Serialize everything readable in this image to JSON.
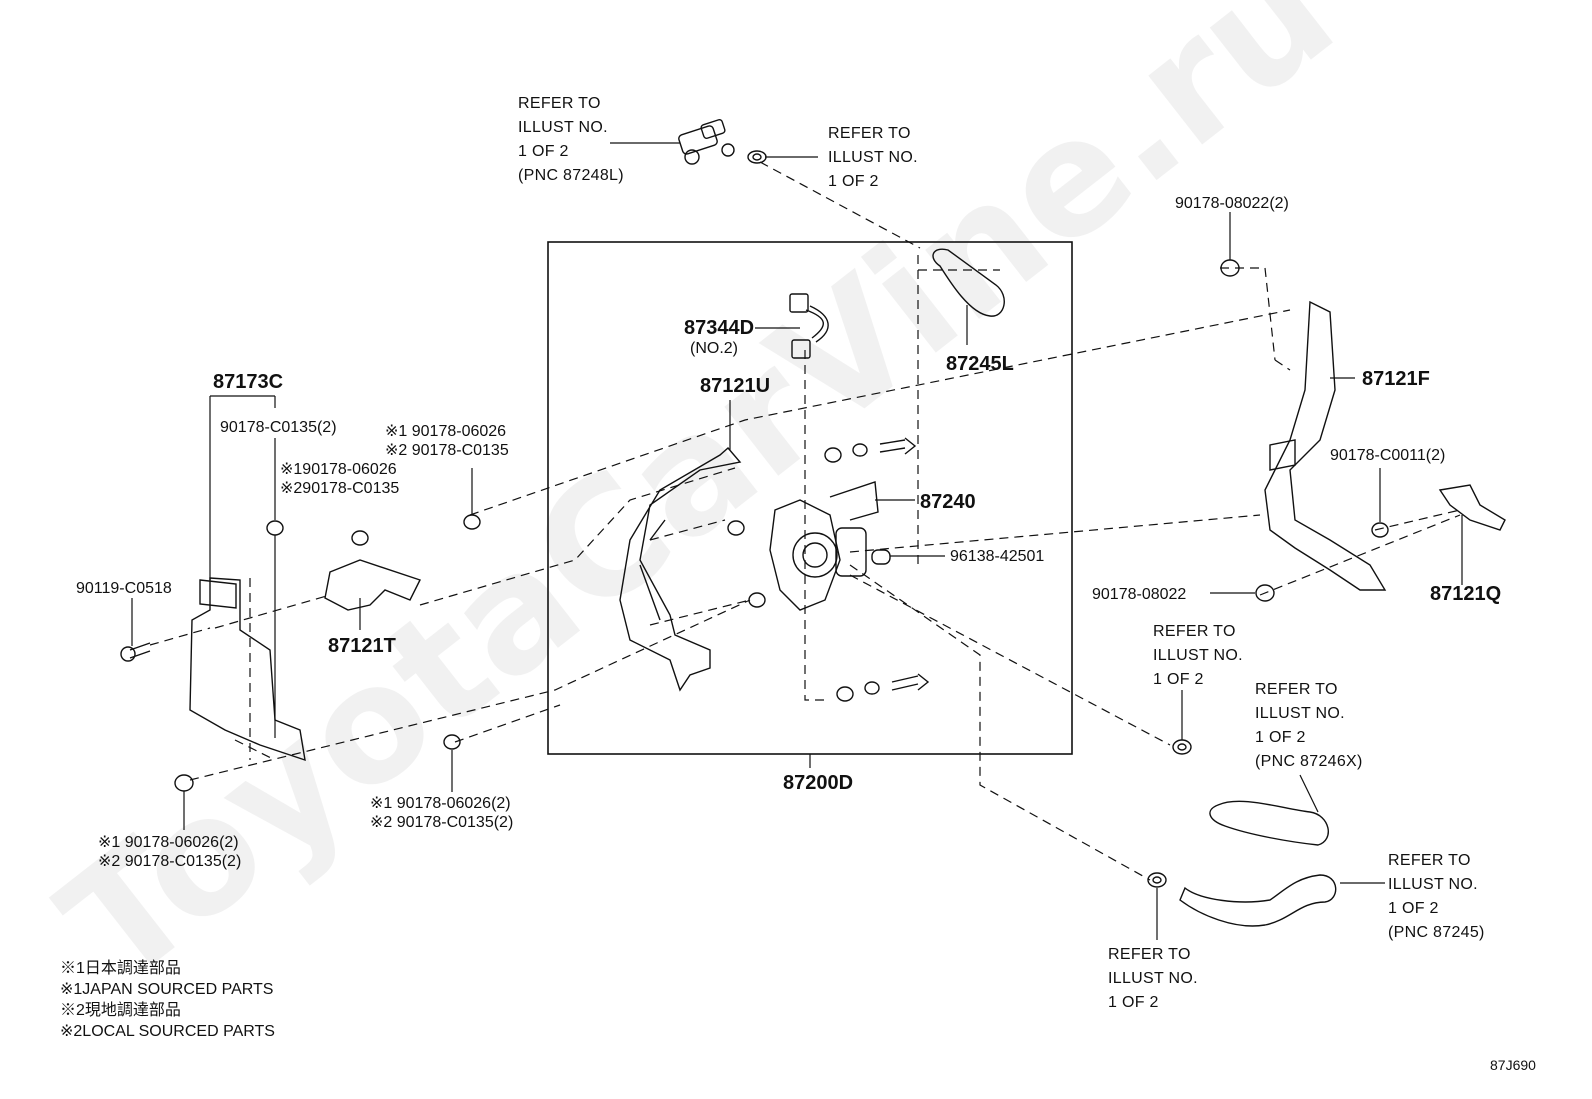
{
  "watermark": "ToyotaCarVine.ru",
  "diagram_id": "87J690",
  "assembly": {
    "part_number": "87200D"
  },
  "parts": {
    "p87173C": "87173C",
    "p90178C0135_2": "90178-C0135(2)",
    "p90119C0518": "90119-C0518",
    "p87121T": "87121T",
    "p87344D": "87344D",
    "p87344D_sub": "(NO.2)",
    "p87121U": "87121U",
    "p87245L": "87245L",
    "p87240": "87240",
    "p96138": "96138-42501",
    "p90178_08022_2": "90178-08022(2)",
    "p87121F": "87121F",
    "p90178C0011_2": "90178-C0011(2)",
    "p90178_08022": "90178-08022",
    "p87121Q": "87121Q"
  },
  "alt_parts": {
    "a1_line1": "※1 90178-06026",
    "a1_line2": "※2 90178-C0135",
    "a2_line1": "※190178-06026",
    "a2_line2": "※290178-C0135",
    "a3_line1": "※1 90178-06026(2)",
    "a3_line2": "※2 90178-C0135(2)",
    "a4_line1": "※1 90178-06026(2)",
    "a4_line2": "※2 90178-C0135(2)"
  },
  "refers": {
    "r1": [
      "REFER TO",
      "ILLUST NO.",
      "1 OF 2",
      "(PNC 87248L)"
    ],
    "r2": [
      "REFER TO",
      "ILLUST NO.",
      "1 OF 2"
    ],
    "r3": [
      "REFER TO",
      "ILLUST NO.",
      "1 OF 2"
    ],
    "r4": [
      "REFER TO",
      "ILLUST NO.",
      "1 OF 2",
      "(PNC 87246X)"
    ],
    "r5": [
      "REFER TO",
      "ILLUST NO.",
      "1 OF 2",
      "(PNC 87245)"
    ],
    "r6": [
      "REFER TO",
      "ILLUST NO.",
      "1 OF 2"
    ]
  },
  "legend": [
    "※1日本調達部品",
    "※1JAPAN SOURCED PARTS",
    "※2現地調達部品",
    "※2LOCAL SOURCED PARTS"
  ]
}
